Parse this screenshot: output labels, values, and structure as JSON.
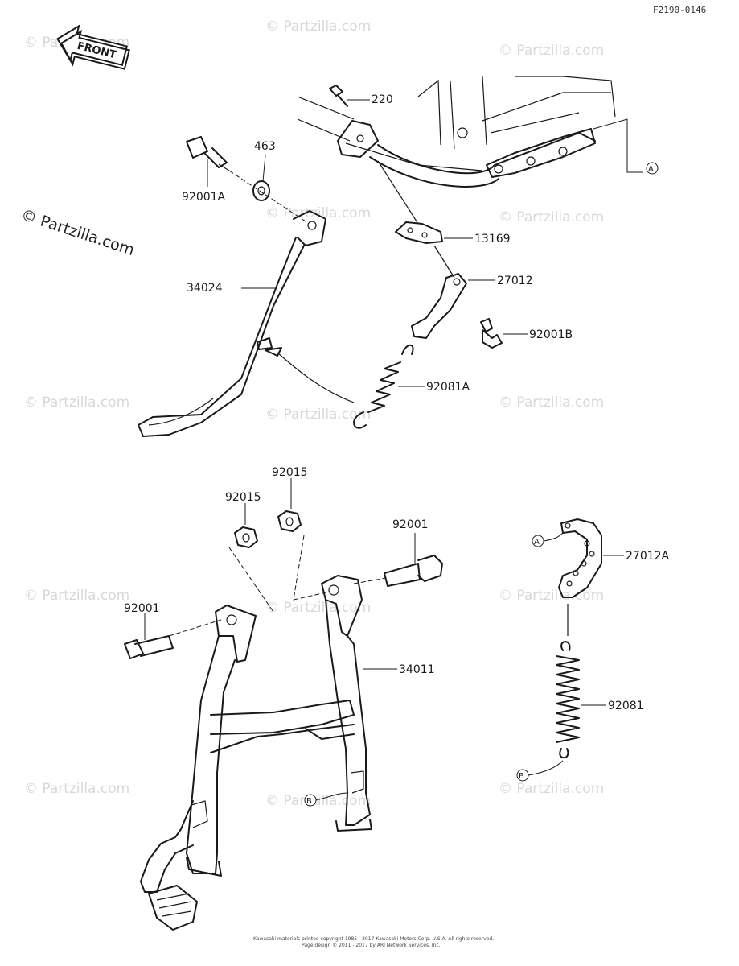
{
  "diagram": {
    "code": "F2190-0146",
    "front_label": "FRONT",
    "copyright_watermark": "© Partzilla.com",
    "repeat_watermark": "© Partzilla.com",
    "parts": [
      {
        "id": "220"
      },
      {
        "id": "463"
      },
      {
        "id": "92001A"
      },
      {
        "id": "13169"
      },
      {
        "id": "34024"
      },
      {
        "id": "27012"
      },
      {
        "id": "92001B"
      },
      {
        "id": "92081A"
      },
      {
        "id": "92015"
      },
      {
        "id": "92015"
      },
      {
        "id": "92001"
      },
      {
        "id": "92001"
      },
      {
        "id": "34011"
      },
      {
        "id": "27012A"
      },
      {
        "id": "92081"
      }
    ],
    "callouts": {
      "a": "A",
      "b": "B"
    },
    "footer": {
      "line1": "Kawasaki materials printed copyright 1985 - 2017 Kawasaki Motors Corp. U.S.A. All rights reserved.",
      "line2": "Page design © 2011 - 2017 by ARI Network Services, Inc."
    }
  }
}
